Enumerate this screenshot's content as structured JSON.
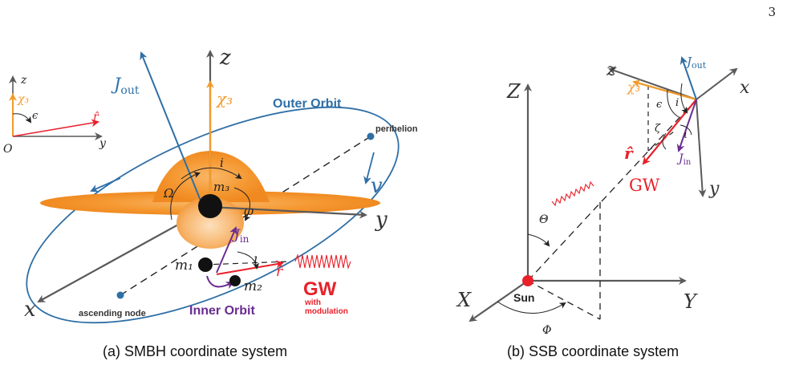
{
  "page_number": "3",
  "captions": {
    "left": "(a) SMBH coordinate system",
    "right": "(b) SSB coordinate system"
  },
  "colors": {
    "axis": "#5a5a5a",
    "orbit_blue": "#2f6fa6",
    "orange": "#f39a2b",
    "red": "#e8212b",
    "purple": "#6a2c91"
  },
  "panel_a": {
    "inset": {
      "z": "z",
      "y": "y",
      "origin": "O",
      "chi": "χ₃",
      "r": "r̂",
      "epsilon": "ϵ"
    },
    "axes": {
      "z": "z",
      "y": "y",
      "x": "x"
    },
    "j_out": "J",
    "j_out_sub": "out",
    "chi3": "χ₃",
    "outer_orbit": "Outer Orbit",
    "perihelion": "perihelion",
    "v": "v",
    "i": "i",
    "omega_cap": "Ω",
    "m3": "m₃",
    "omega": "ω",
    "j_in": "J",
    "j_in_sub": "in",
    "iota": "ι",
    "m1": "m₁",
    "m2": "m₂",
    "r": "r̂",
    "gw": "GW",
    "gw_note_1": "with",
    "gw_note_2": "modulation",
    "ascending_node": "ascending node",
    "inner_orbit": "Inner Orbit"
  },
  "panel_b": {
    "axes": {
      "Z": "Z",
      "X": "X",
      "Y": "Y",
      "z": "z",
      "x": "x",
      "y": "y"
    },
    "sun": "Sun",
    "theta": "Θ",
    "phi": "Φ",
    "r": "r̂",
    "gw": "GW",
    "chi3": "χ₃",
    "j_out": "J",
    "j_out_sub": "out",
    "j_in": "J",
    "j_in_sub": "in",
    "epsilon": "ϵ",
    "i": "i",
    "zeta": "ζ",
    "iota": "ι"
  }
}
